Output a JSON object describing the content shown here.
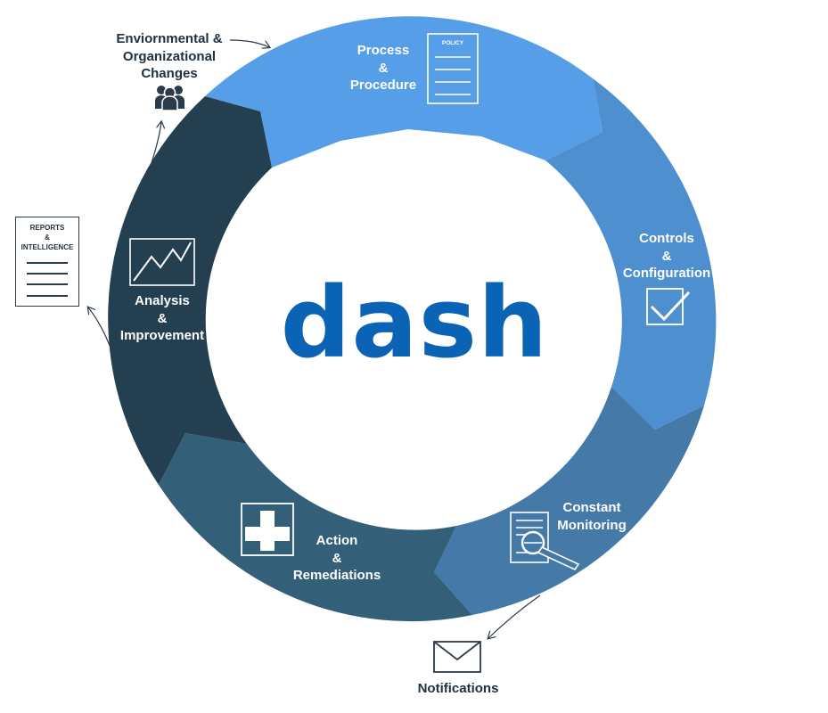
{
  "brand": {
    "wordmark": "dash",
    "color": "#0b63b6"
  },
  "colors": {
    "process": "#569fe8",
    "controls": "#4e8fcf",
    "monitoring": "#4479a8",
    "action": "#335f79",
    "analysis": "#243f50",
    "dark_text": "#22313f"
  },
  "segments": [
    {
      "id": "process",
      "lines": [
        "Process",
        "&",
        "Procedure"
      ],
      "icon": "policy-document-icon",
      "icon_text": "POLICY"
    },
    {
      "id": "controls",
      "lines": [
        "Controls",
        "&",
        "Configuration"
      ],
      "icon": "checkbox-icon"
    },
    {
      "id": "monitoring",
      "lines": [
        "Constant",
        "Monitoring"
      ],
      "icon": "magnifier-document-icon"
    },
    {
      "id": "action",
      "lines": [
        "Action",
        "&",
        "Remediations"
      ],
      "icon": "medical-cross-icon"
    },
    {
      "id": "analysis",
      "lines": [
        "Analysis",
        "&",
        "Improvement"
      ],
      "icon": "line-chart-icon"
    }
  ],
  "external": {
    "changes": {
      "lines": [
        "Enviornmental &",
        "Organizational",
        "Changes"
      ],
      "icon": "people-group-icon"
    },
    "reports": {
      "lines": [
        "REPORTS",
        "&",
        "INTELLIGENCE"
      ],
      "icon": "report-document-icon"
    },
    "notifications": {
      "label": "Notifications",
      "icon": "envelope-icon"
    }
  }
}
